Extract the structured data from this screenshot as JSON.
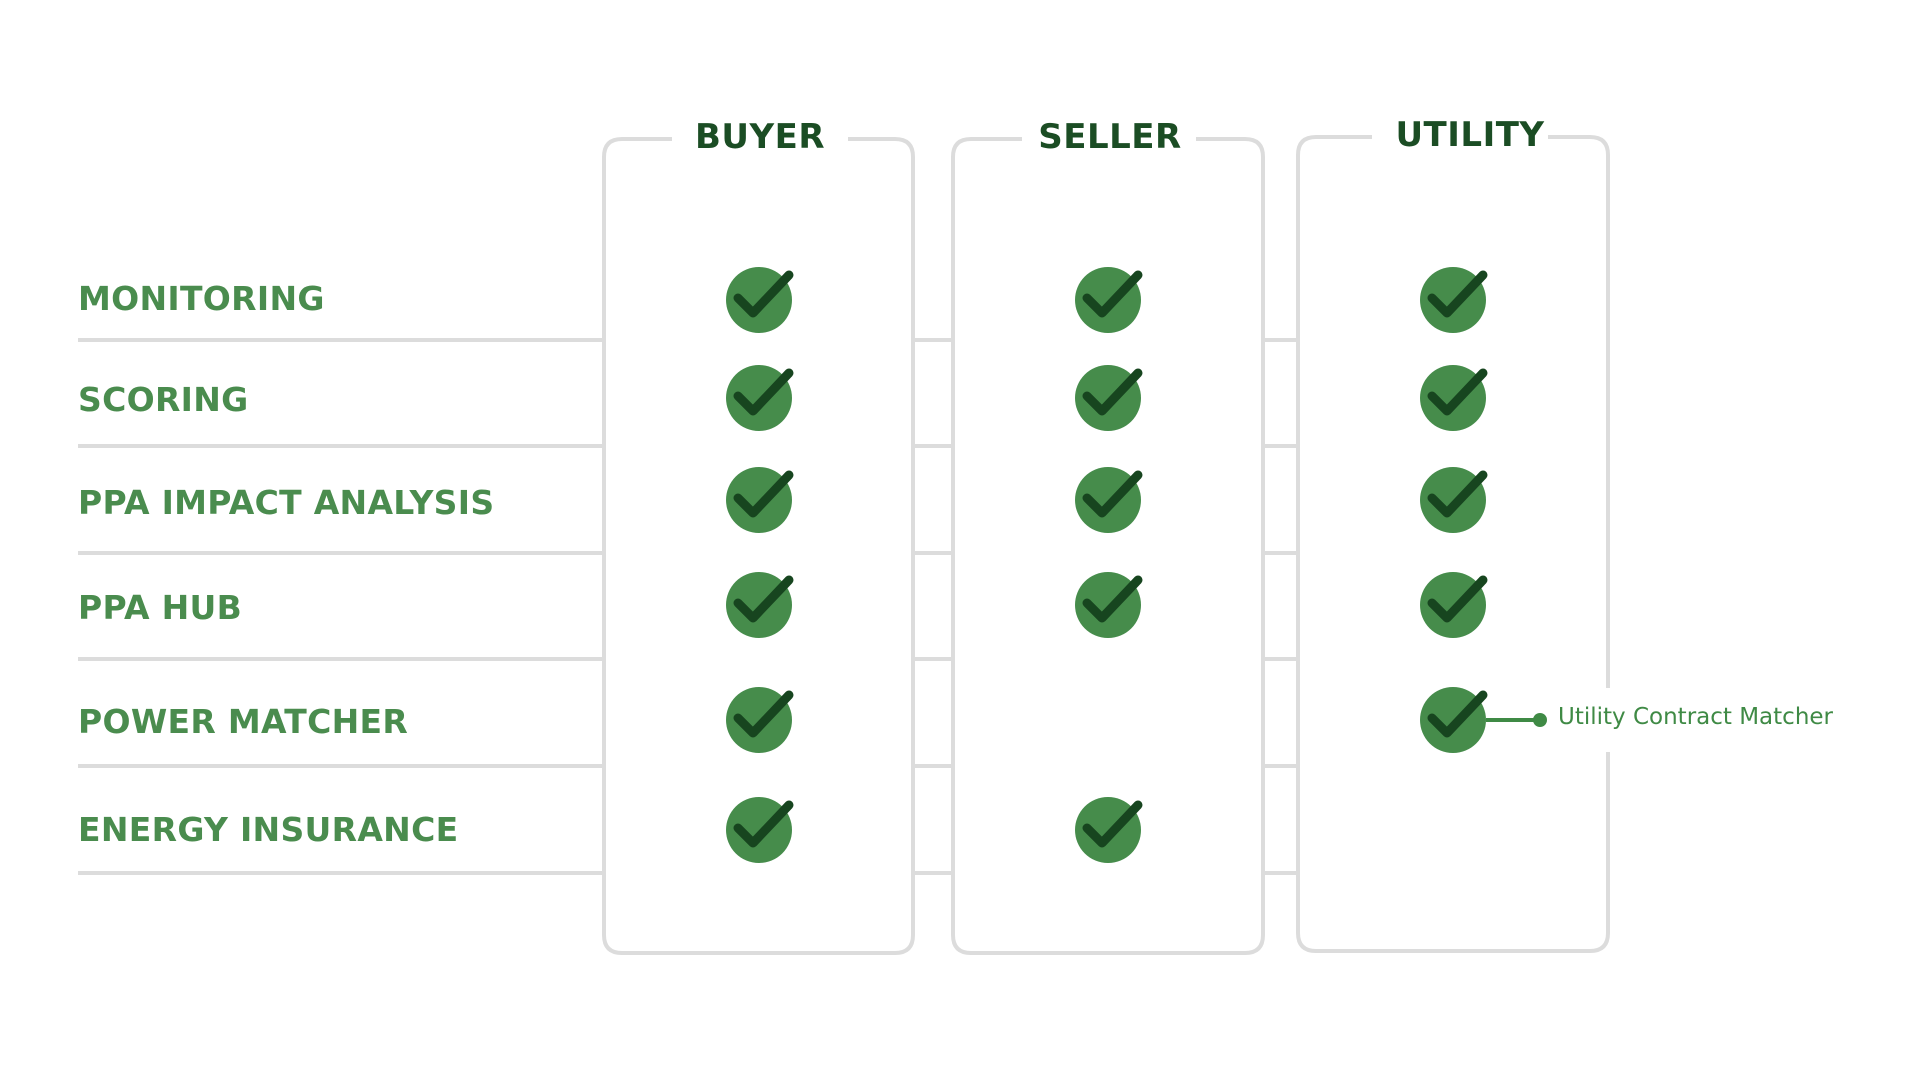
{
  "columns": [
    {
      "key": "buyer",
      "title": "BUYER"
    },
    {
      "key": "seller",
      "title": "SELLER"
    },
    {
      "key": "utility",
      "title": "UTILITY"
    }
  ],
  "rows": [
    {
      "key": "monitoring",
      "label": "MONITORING",
      "buyer": true,
      "seller": true,
      "utility": true
    },
    {
      "key": "scoring",
      "label": "SCORING",
      "buyer": true,
      "seller": true,
      "utility": true
    },
    {
      "key": "ppa-impact-analysis",
      "label": "PPA IMPACT ANALYSIS",
      "buyer": true,
      "seller": true,
      "utility": true
    },
    {
      "key": "ppa-hub",
      "label": "PPA HUB",
      "buyer": true,
      "seller": true,
      "utility": true
    },
    {
      "key": "power-matcher",
      "label": "POWER MATCHER",
      "buyer": true,
      "seller": false,
      "utility": true
    },
    {
      "key": "energy-insurance",
      "label": "ENERGY INSURANCE",
      "buyer": true,
      "seller": true,
      "utility": false
    }
  ],
  "annotation": {
    "text": "Utility Contract Matcher",
    "row": "power-matcher",
    "column": "utility"
  },
  "colors": {
    "label": "#4a8c4e",
    "title": "#1b4d24",
    "check_circle": "#468c4b",
    "check_mark": "#17451f",
    "frame": "#dcdcdc",
    "annotation": "#3f8a45"
  },
  "icons": {
    "check": "check-circle-icon"
  }
}
